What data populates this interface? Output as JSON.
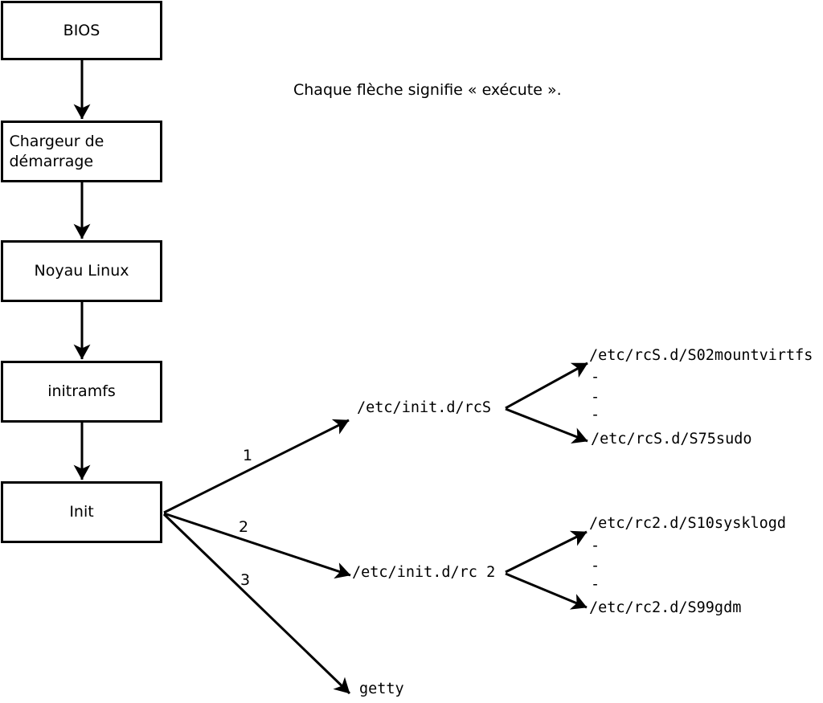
{
  "diagram": {
    "caption": "Chaque flèche signifie « exécute ».",
    "boxes": [
      {
        "id": "bios",
        "label": "BIOS"
      },
      {
        "id": "bootloader",
        "label": "Chargeur de démarrage"
      },
      {
        "id": "kernel",
        "label": "Noyau Linux"
      },
      {
        "id": "initramfs",
        "label": "initramfs"
      },
      {
        "id": "init",
        "label": "Init"
      }
    ],
    "init_arrows": [
      {
        "label": "1",
        "target": "/etc/init.d/rcS"
      },
      {
        "label": "2",
        "target": "/etc/init.d/rc 2"
      },
      {
        "label": "3",
        "target": "getty"
      }
    ],
    "rcS_fan": {
      "top": "/etc/rcS.d/S02mountvirtfs",
      "dashes": [
        "-",
        "-",
        "-"
      ],
      "bottom": "/etc/rcS.d/S75sudo"
    },
    "rc2_fan": {
      "top": "/etc/rc2.d/S10sysklogd",
      "dashes": [
        "-",
        "-",
        "-"
      ],
      "bottom": "/etc/rc2.d/S99gdm"
    },
    "colors": {
      "line": "#000000",
      "background": "#ffffff",
      "box_fill": "#ffffff"
    }
  }
}
